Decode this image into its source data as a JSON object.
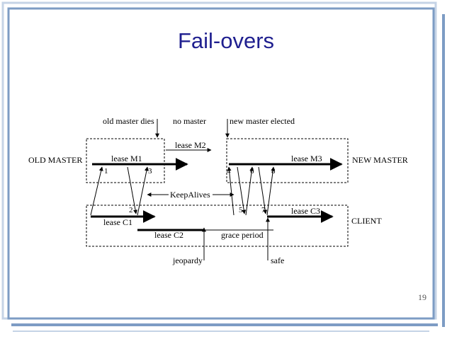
{
  "slide": {
    "title": "Fail-overs",
    "page_number": "19"
  },
  "colors": {
    "title": "#1f1f8f",
    "frame_border": "#7d9cc4",
    "frame_edge": "#c5d3e6"
  },
  "diagram": {
    "top_labels": {
      "old_master_dies": "old master dies",
      "no_master": "no master",
      "new_master_elected": "new master elected"
    },
    "side_labels": {
      "old_master": "OLD MASTER",
      "new_master": "NEW MASTER",
      "client": "CLIENT"
    },
    "leases": {
      "m1": "lease M1",
      "m2": "lease M2",
      "m3": "lease M3",
      "c1": "lease C1",
      "c2": "lease C2",
      "c3": "lease C3"
    },
    "keepalives": "KeepAlives",
    "grace_period": "grace period",
    "jeopardy": "jeopardy",
    "safe": "safe",
    "steps": [
      "1",
      "2",
      "3",
      "4",
      "5",
      "6",
      "7",
      "8"
    ]
  }
}
